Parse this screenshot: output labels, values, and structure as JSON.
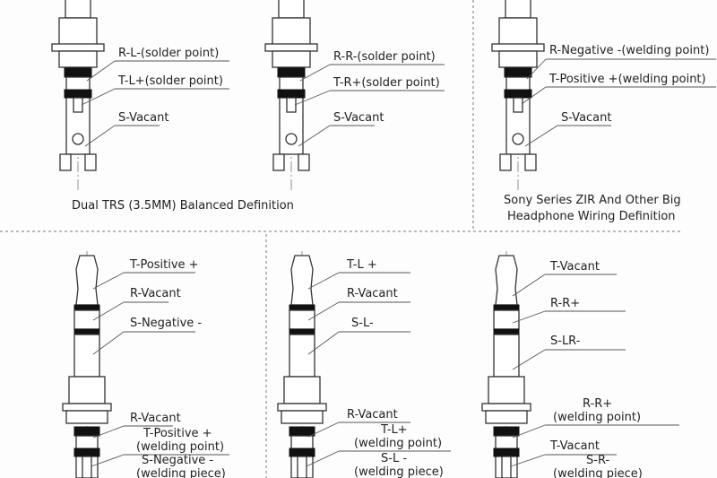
{
  "top_row": {
    "panels": [
      {
        "labels": [
          "R-L-(solder point)",
          "T-L+(solder point)",
          "S-Vacant"
        ]
      },
      {
        "labels": [
          "R-R-(solder point)",
          "T-R+(solder point)",
          "S-Vacant"
        ]
      },
      {
        "labels": [
          "R-Negative -(welding point)",
          "T-Positive +(welding point)",
          "S-Vacant"
        ]
      }
    ],
    "captions": [
      "Dual TRS (3.5MM) Balanced Definition",
      "Sony Series ZIR And Other Big",
      "Headphone Wiring Definition"
    ]
  },
  "bottom_row": {
    "panels": [
      {
        "labels": [
          "T-Positive +",
          "R-Vacant",
          "S-Negative -",
          "R-Vacant",
          "T-Positive +",
          "(welding point)",
          "S-Negative -",
          "(welding piece)"
        ]
      },
      {
        "labels": [
          "T-L +",
          "R-Vacant",
          "S-L-",
          "R-Vacant",
          "T-L+",
          "(welding point)",
          "S-L -",
          "(welding piece)"
        ]
      },
      {
        "labels": [
          "T-Vacant",
          "R-R+",
          "S-LR-",
          "R-R+",
          "(welding point)",
          "T-Vacant",
          "S-R-",
          "(welding piece)"
        ]
      }
    ]
  },
  "colors": {
    "line": "#333333",
    "band": "#111111",
    "text": "#222222"
  }
}
